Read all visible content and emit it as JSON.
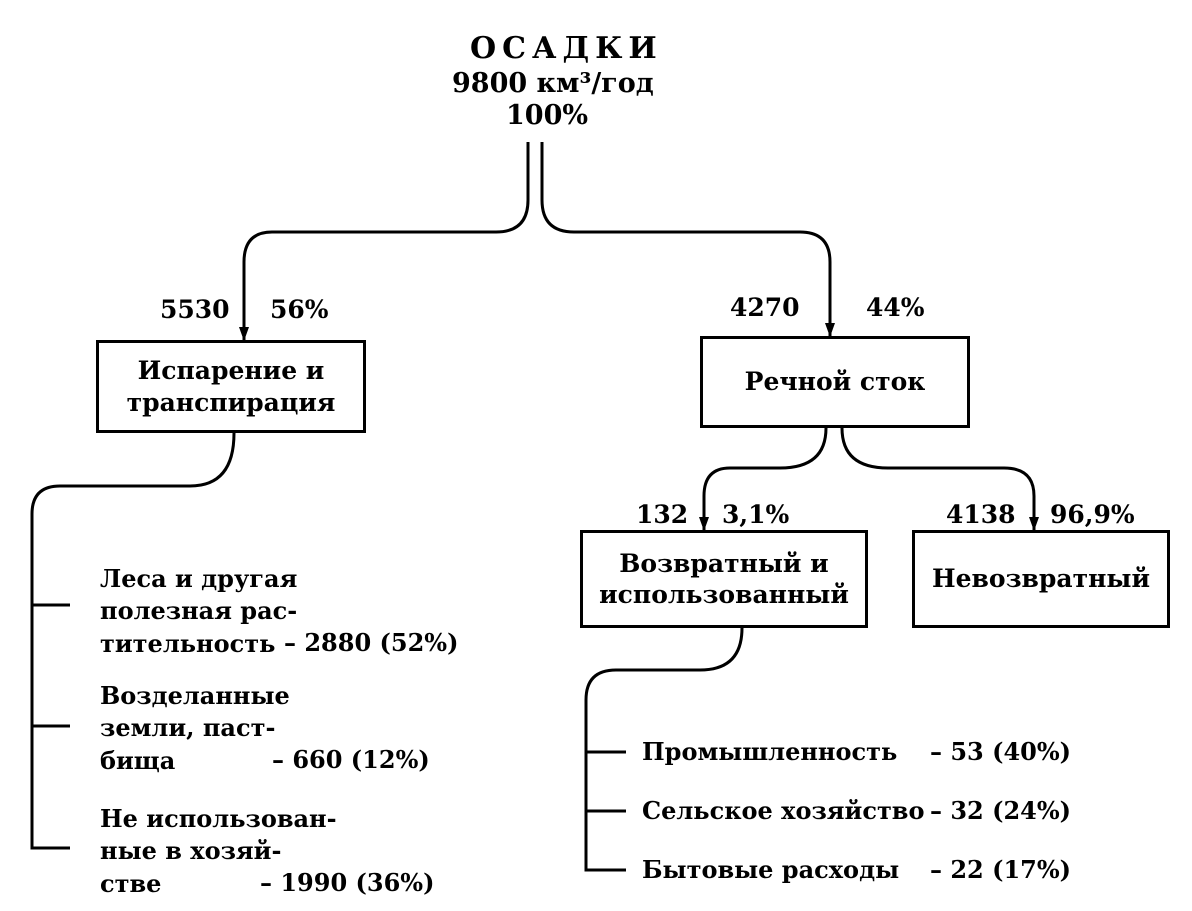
{
  "root": {
    "title": "ОСАДКИ",
    "amount": "9800 км³/год",
    "percent": "100%"
  },
  "evaporation": {
    "amount": "5530",
    "percent": "56%",
    "label_line1": "Испарение и",
    "label_line2": "транспирация",
    "items": [
      {
        "lines": [
          "Леса и другая",
          "полезная рас-",
          "тительность"
        ],
        "value": "– 2880 (52%)"
      },
      {
        "lines": [
          "Возделанные",
          "земли, паст-",
          "бища"
        ],
        "value": "– 660 (12%)"
      },
      {
        "lines": [
          "Не использован-",
          "ные в хозяй-",
          "стве"
        ],
        "value": "– 1990 (36%)"
      }
    ]
  },
  "runoff": {
    "amount": "4270",
    "percent": "44%",
    "label": "Речной сток",
    "returned": {
      "amount": "132",
      "percent": "3,1%",
      "label_line1": "Возвратный и",
      "label_line2": "использованный",
      "items": [
        {
          "label": "Промышленность",
          "value": "– 53 (40%)"
        },
        {
          "label": "Сельское хозяйство",
          "value": "– 32 (24%)"
        },
        {
          "label": "Бытовые расходы",
          "value": "– 22 (17%)"
        }
      ]
    },
    "irretrievable": {
      "amount": "4138",
      "percent": "96,9%",
      "label": "Невозвратный"
    }
  }
}
